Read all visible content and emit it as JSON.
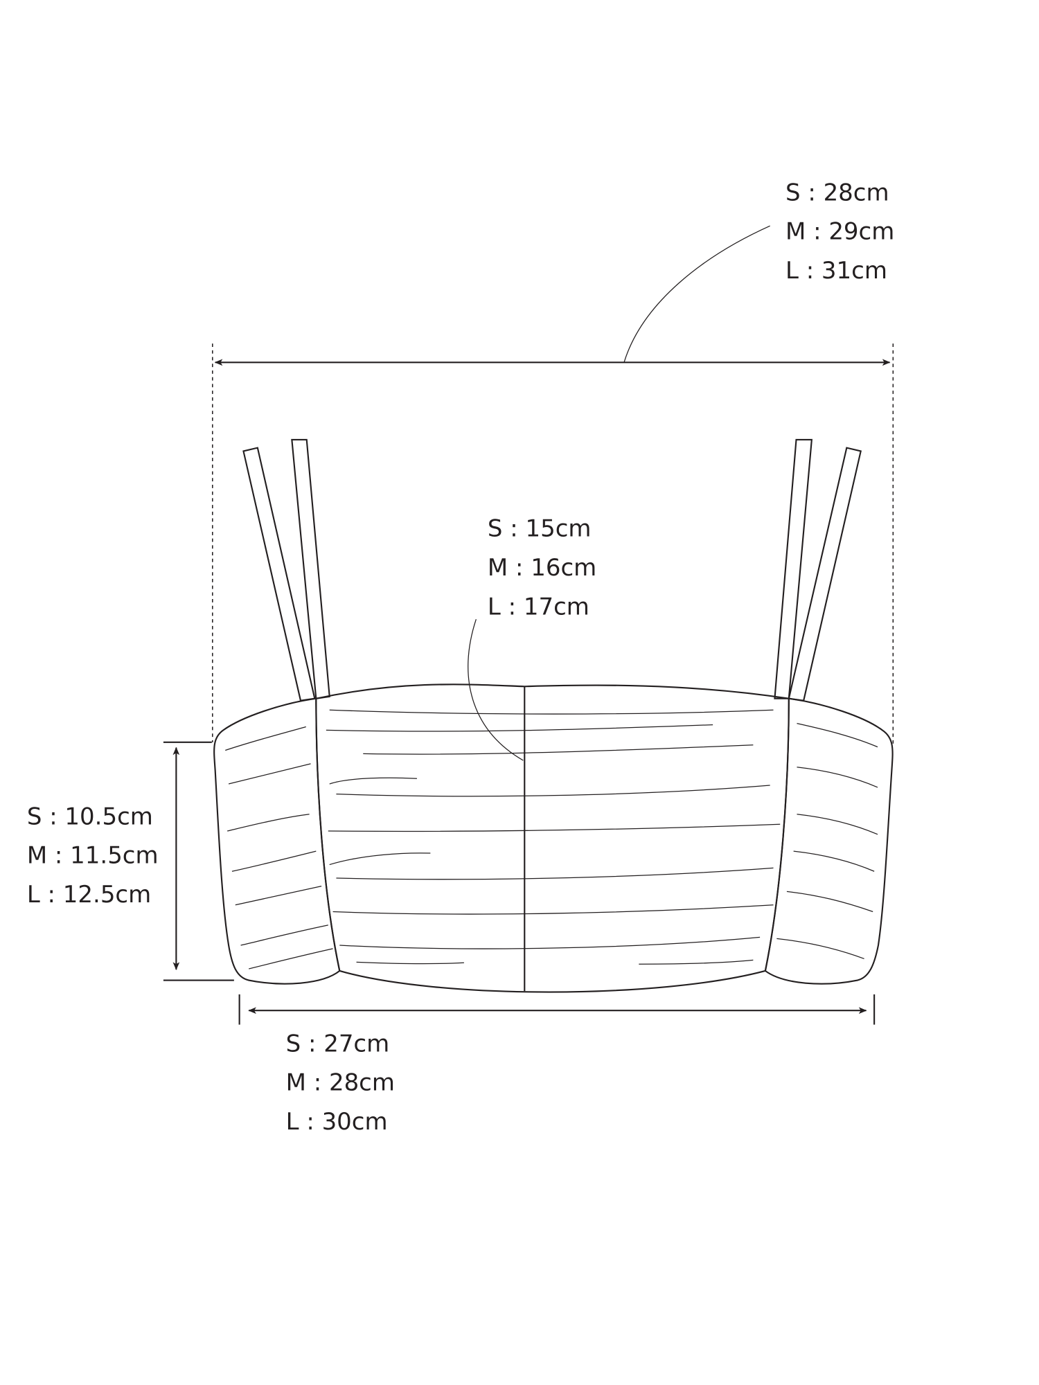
{
  "measurements": {
    "width_top": {
      "S": "S : 28cm",
      "M": "M : 29cm",
      "L": "L : 31cm"
    },
    "center_length": {
      "S": "S : 15cm",
      "M": "M : 16cm",
      "L": "L : 17cm"
    },
    "side_height": {
      "S": "S : 10.5cm",
      "M": "M : 11.5cm",
      "L": "L : 12.5cm"
    },
    "width_bottom": {
      "S": "S : 27cm",
      "M": "M : 28cm",
      "L": "L : 30cm"
    }
  },
  "colors": {
    "line": "#231f20",
    "background": "#ffffff"
  }
}
